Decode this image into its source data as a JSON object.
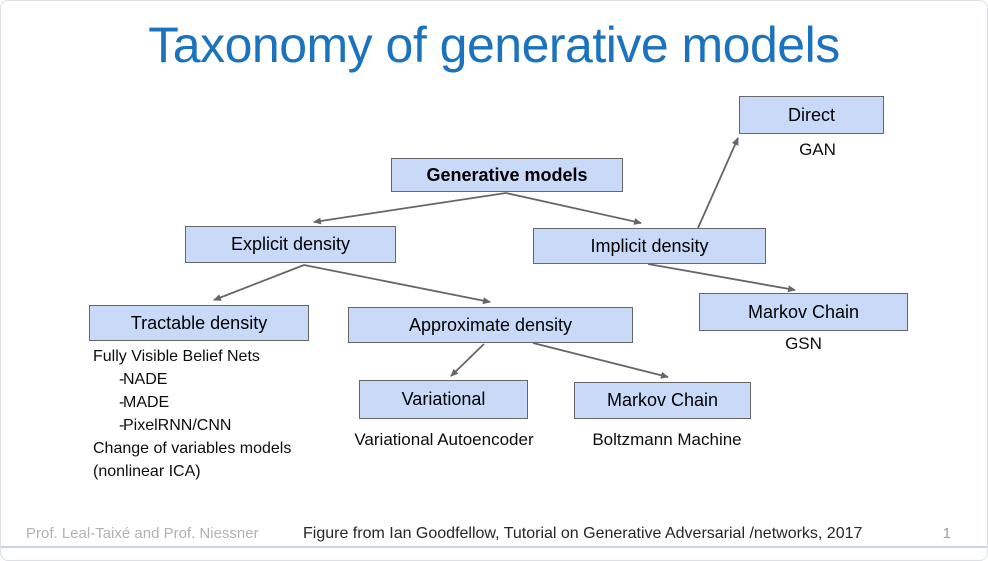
{
  "title": {
    "text": "Taxonomy of generative models",
    "color": "#1B73BE"
  },
  "diagram": {
    "colors": {
      "box_fill": "#C9DAF8",
      "box_border": "#666666",
      "arrow": "#666666"
    },
    "nodes": {
      "generative": {
        "label": "Generative models"
      },
      "explicit": {
        "label": "Explicit density"
      },
      "implicit": {
        "label": "Implicit density"
      },
      "direct": {
        "label": "Direct",
        "sublabel": "GAN"
      },
      "tractable": {
        "label": "Tractable density"
      },
      "approximate": {
        "label": "Approximate density"
      },
      "markov_gsn": {
        "label": "Markov Chain",
        "sublabel": "GSN"
      },
      "variational": {
        "label": "Variational",
        "sublabel": "Variational Autoencoder"
      },
      "markov_boltzmann": {
        "label": "Markov Chain",
        "sublabel": "Boltzmann Machine"
      }
    },
    "tractable_notes": {
      "intro": "Fully Visible Belief Nets",
      "dash": "-",
      "items": [
        "NADE",
        "MADE",
        "PixelRNN/CNN"
      ],
      "outro_line1": "Change of variables models",
      "outro_line2": "(nonlinear ICA)"
    }
  },
  "footer": {
    "authors": "Prof. Leal-Taixé and Prof. Niessner",
    "caption": "Figure from Ian Goodfellow, Tutorial on Generative Adversarial /networks, 2017",
    "page_number": "1"
  }
}
